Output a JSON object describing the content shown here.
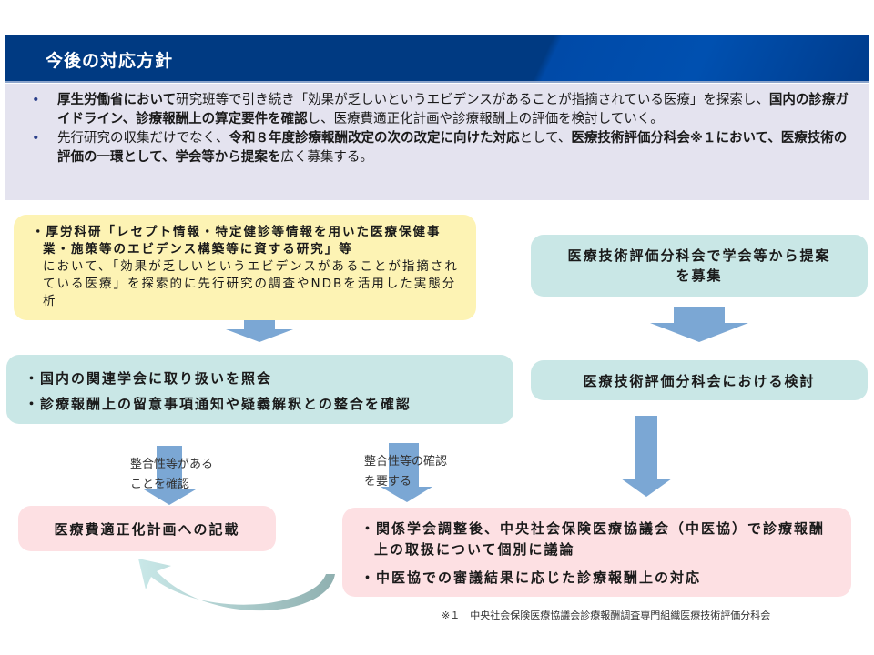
{
  "header": {
    "title": "今後の対応方針"
  },
  "policy": {
    "items": [
      [
        {
          "t": "厚生労働省において",
          "b": true
        },
        {
          "t": "研究班等で引き続き「効果が乏しいというエビデンスがあることが指摘されている医療」を探索し、",
          "b": false
        },
        {
          "t": "国内の診療ガイドライン、診療報酬上の算定要件を確認",
          "b": true
        },
        {
          "t": "し、医療費適正化計画や診療報酬上の評価を検討していく。",
          "b": false
        }
      ],
      [
        {
          "t": "先行研究の収集だけでなく、",
          "b": false
        },
        {
          "t": "令和８年度診療報酬改定の次の改定に向けた対応",
          "b": true
        },
        {
          "t": "として、",
          "b": false
        },
        {
          "t": "医療技術評価分科会※１において、医療技術の評価の一環として、学会等から提案を",
          "b": true
        },
        {
          "t": "広く募集する。",
          "b": false
        }
      ]
    ]
  },
  "flow": {
    "research_bold": "・厚労科研「レセプト情報・特定健診等情報を用いた医療保健事業・施策等のエビデンス構築等に資する研究」等",
    "research_normal": "において、「効果が乏しいというエビデンスがあることが指摘されている医療」を探索的に先行研究の調査やNDBを活用した実態分析",
    "right_call": "医療技術評価分科会で学会等から提案を募集",
    "right_review": "医療技術評価分科会における検討",
    "left_items": [
      "・国内の関連学会に取り扱いを照会",
      "・診療報酬上の留意事項通知や疑義解釈との整合を確認"
    ],
    "label_left": "整合性等があることを確認",
    "label_right": "整合性等の確認を要する",
    "plan": "医療費適正化計画への記載",
    "chuikyo_items": [
      "・関係学会調整後、中央社会保険医療協議会（中医協）で診療報酬上の取扱について個別に議論",
      "・中医協での審議結果に応じた診療報酬上の対応"
    ]
  },
  "footnote": "※１　中央社会保険医療協議会診療報酬調査専門組織医療技術評価分科会"
}
